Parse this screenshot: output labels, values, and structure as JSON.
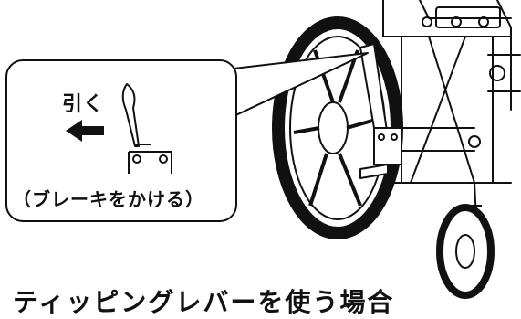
{
  "callout": {
    "pull_label": "引く",
    "brake_caption": "（ブレーキをかける）"
  },
  "heading": {
    "text": "ティッピングレバーを使う場合"
  },
  "icons": [
    "left-arrow-icon",
    "brake-lever-icon",
    "wheelchair-wheel-icon",
    "caster-wheel-icon"
  ],
  "colors": {
    "line": "#111111",
    "fill": "#ffffff",
    "gray": "#cfcfcf"
  }
}
